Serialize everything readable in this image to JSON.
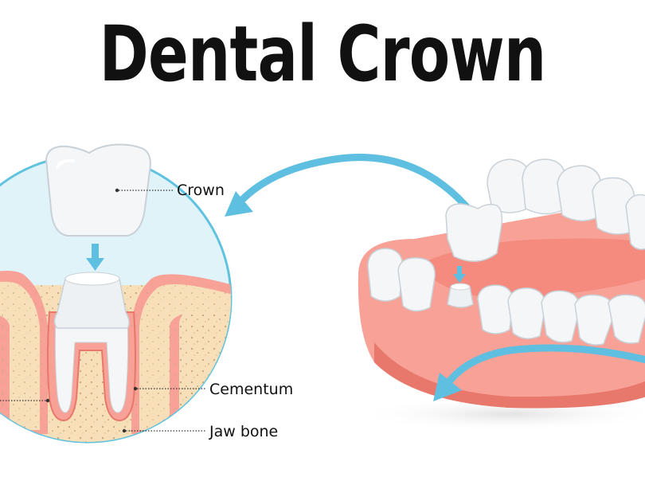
{
  "title": "Dental Crown",
  "labels": {
    "crown": "Crown",
    "cementum": "Cementum",
    "jaw_bone": "Jaw bone"
  },
  "colors": {
    "circle_bg": "#dff3f8",
    "circle_stroke": "#5fc3df",
    "arrow": "#5fbfe0",
    "gum": "#f7a197",
    "gum_dark": "#e8786b",
    "bone": "#f6dfb9",
    "tooth": "#f4f6f8"
  }
}
